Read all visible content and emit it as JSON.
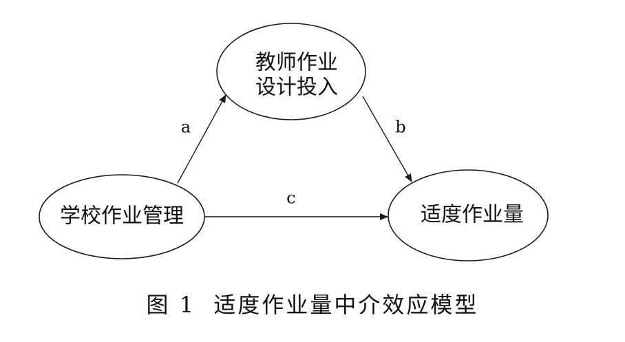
{
  "diagram": {
    "nodes": {
      "teacher": {
        "line1": "教师作业",
        "line2": "设计投入"
      },
      "school": {
        "label": "学校作业管理"
      },
      "homework": {
        "label": "适度作业量"
      }
    },
    "edges": {
      "a": {
        "label": "a"
      },
      "b": {
        "label": "b"
      },
      "c": {
        "label": "c"
      }
    },
    "caption": "图 1  适度作业量中介效应模型"
  }
}
